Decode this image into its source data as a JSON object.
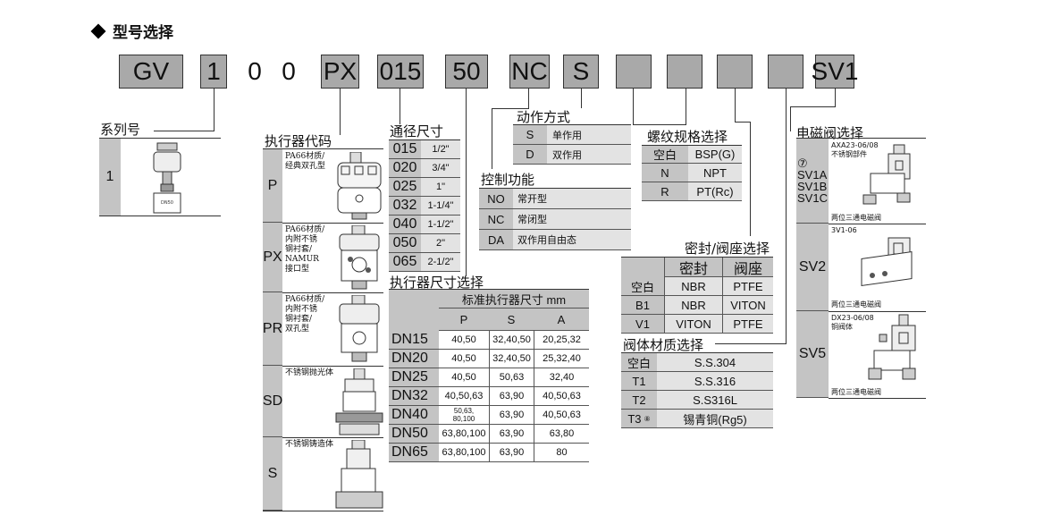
{
  "header": {
    "title": "型号选择"
  },
  "code_boxes": {
    "b1": "GV",
    "b2": "1",
    "b3": "0",
    "b4": "0",
    "b5": "PX",
    "b6": "015",
    "b7": "50",
    "b8": "NC",
    "b9": "S",
    "b10": "",
    "b11": "",
    "b12": "",
    "b13": "",
    "b14": "SV1"
  },
  "series": {
    "title": "系列号",
    "value": "1"
  },
  "actuator": {
    "title": "执行器代码",
    "rows": [
      {
        "code": "P",
        "desc": "PA66材质/\n经典双孔型"
      },
      {
        "code": "PX",
        "desc": "PA66材质/\n内附不锈\n钢衬套/\nNAMUR\n接口型"
      },
      {
        "code": "PR",
        "desc": "PA66材质/\n内附不锈\n钢衬套/\n双孔型"
      },
      {
        "code": "SD",
        "desc": "不锈钢抛光体"
      },
      {
        "code": "S",
        "desc": "不锈钢铸造体"
      }
    ]
  },
  "bore": {
    "title": "通径尺寸",
    "rows": [
      {
        "code": "015",
        "size": "1/2\""
      },
      {
        "code": "020",
        "size": "3/4\""
      },
      {
        "code": "025",
        "size": "1\""
      },
      {
        "code": "032",
        "size": "1-1/4\""
      },
      {
        "code": "040",
        "size": "1-1/2\""
      },
      {
        "code": "050",
        "size": "2\""
      },
      {
        "code": "065",
        "size": "2-1/2\""
      }
    ]
  },
  "actuator_size": {
    "title": "执行器尺寸选择",
    "header": "标准执行器尺寸 mm",
    "cols": [
      "P",
      "S",
      "A"
    ],
    "rows": [
      {
        "dn": "DN15",
        "p": "40,50",
        "s": "32,40,50",
        "a": "20,25,32"
      },
      {
        "dn": "DN20",
        "p": "40,50",
        "s": "32,40,50",
        "a": "25,32,40"
      },
      {
        "dn": "DN25",
        "p": "40,50",
        "s": "50,63",
        "a": "32,40"
      },
      {
        "dn": "DN32",
        "p": "40,50,63",
        "s": "63,90",
        "a": "40,50,63"
      },
      {
        "dn": "DN40",
        "p": "50,63,\n80,100",
        "s": "63,90",
        "a": "40,50,63"
      },
      {
        "dn": "DN50",
        "p": "63,80,100",
        "s": "63,90",
        "a": "63,80"
      },
      {
        "dn": "DN65",
        "p": "63,80,100",
        "s": "63,90",
        "a": "80"
      }
    ]
  },
  "action": {
    "title": "动作方式",
    "rows": [
      {
        "code": "S",
        "desc": "单作用"
      },
      {
        "code": "D",
        "desc": "双作用"
      }
    ]
  },
  "control": {
    "title": "控制功能",
    "rows": [
      {
        "code": "NO",
        "desc": "常开型"
      },
      {
        "code": "NC",
        "desc": "常闭型"
      },
      {
        "code": "DA",
        "desc": "双作用自由态"
      }
    ]
  },
  "thread": {
    "title": "螺纹规格选择",
    "rows": [
      {
        "code": "空白",
        "desc": "BSP(G)"
      },
      {
        "code": "N",
        "desc": "NPT"
      },
      {
        "code": "R",
        "desc": "PT(Rc)"
      }
    ]
  },
  "seal": {
    "title": "密封/阀座选择",
    "cols": [
      "密封",
      "阀座"
    ],
    "rows": [
      {
        "code": "空白",
        "seal": "NBR",
        "seat": "PTFE"
      },
      {
        "code": "B1",
        "seal": "NBR",
        "seat": "VITON"
      },
      {
        "code": "V1",
        "seal": "VITON",
        "seat": "PTFE"
      }
    ]
  },
  "body_material": {
    "title": "阀体材质选择",
    "rows": [
      {
        "code": "空白",
        "desc": "S.S.304"
      },
      {
        "code": "T1",
        "desc": "S.S.316"
      },
      {
        "code": "T2",
        "desc": "S.S316L"
      },
      {
        "code": "T3",
        "note": "⑧",
        "desc": "锡青铜(Rg5)"
      }
    ]
  },
  "solenoid": {
    "title": "电磁阀选择",
    "rows": [
      {
        "code": "⑦\nSV1A\nSV1B\nSV1C",
        "model": "AXA23-06/08\n不锈钢部件",
        "foot": "两位三通电磁阀"
      },
      {
        "code": "SV2",
        "model": "3V1-06",
        "foot": "两位三通电磁阀"
      },
      {
        "code": "SV5",
        "model": "DX23-06/08\n铜阀体",
        "foot": "两位三通电磁阀"
      }
    ]
  },
  "colors": {
    "box_grey": "#a9a9a9",
    "cell_grey": "#c4c4c4",
    "light": "#e3e3e3"
  }
}
